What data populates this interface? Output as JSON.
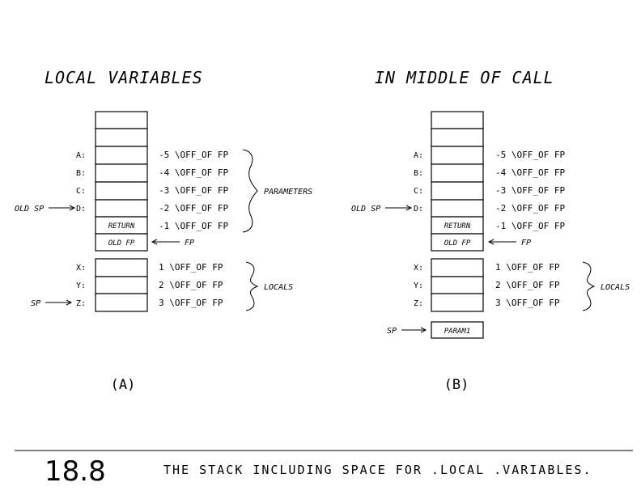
{
  "figure_number": "18.8",
  "caption": "THE STACK INCLUDING SPACE FOR .LOCAL .VARIABLES.",
  "panels": [
    {
      "title": "LOCAL VARIABLES",
      "label": "(A)",
      "params": [
        {
          "name": "A:",
          "offset": "-5 \\OFF_OF FP"
        },
        {
          "name": "B:",
          "offset": "-4 \\OFF_OF FP"
        },
        {
          "name": "C:",
          "offset": "-3 \\OFF_OF FP"
        },
        {
          "name": "D:",
          "offset": "-2 \\OFF_OF FP"
        }
      ],
      "return_cell": "RETURN",
      "return_offset": "-1 \\OFF_OF FP",
      "oldfp_cell": "OLD FP",
      "fp_label": "FP",
      "old_sp_label": "OLD SP",
      "params_brace_label": "PARAMETERS",
      "locals": [
        {
          "name": "X:",
          "offset": "1 \\OFF_OF FP"
        },
        {
          "name": "Y:",
          "offset": "2 \\OFF_OF FP"
        },
        {
          "name": "Z:",
          "offset": "3 \\OFF_OF FP"
        }
      ],
      "locals_brace_label": "LOCALS",
      "sp_label": "SP"
    },
    {
      "title": "IN MIDDLE OF CALL",
      "label": "(B)",
      "params": [
        {
          "name": "A:",
          "offset": "-5 \\OFF_OF FP"
        },
        {
          "name": "B:",
          "offset": "-4 \\OFF_OF FP"
        },
        {
          "name": "C:",
          "offset": "-3 \\OFF_OF FP"
        },
        {
          "name": "D:",
          "offset": "-2 \\OFF_OF FP"
        }
      ],
      "return_cell": "RETURN",
      "return_offset": "-1 \\OFF_OF FP",
      "oldfp_cell": "OLD FP",
      "fp_label": "FP",
      "old_sp_label": "OLD SP",
      "locals": [
        {
          "name": "X:",
          "offset": "1 \\OFF_OF FP"
        },
        {
          "name": "Y:",
          "offset": "2 \\OFF_OF FP"
        },
        {
          "name": "Z:",
          "offset": "3 \\OFF_OF FP"
        }
      ],
      "locals_brace_label": "LOCALS",
      "sp_label": "SP",
      "param1_cell": "PARAM1"
    }
  ]
}
